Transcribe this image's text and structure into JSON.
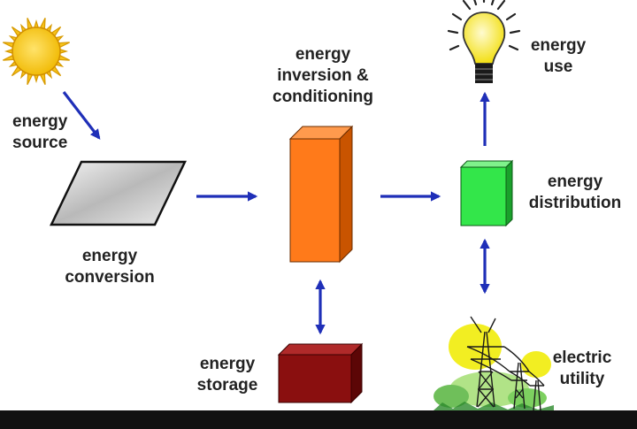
{
  "colors": {
    "arrow": "#1f2fb8",
    "inverter_front": "#ff7a1a",
    "inverter_top": "#ff9a4d",
    "inverter_side": "#c95400",
    "storage_front": "#8a0f0f",
    "storage_top": "#b02a2a",
    "storage_side": "#5c0606",
    "distribution_front": "#33e64a",
    "distribution_top": "#7ff28b",
    "distribution_side": "#1aa02b",
    "sun": "#f5c518",
    "bulb": "#f7ea2a"
  },
  "icons": {
    "source": "sun-icon",
    "conversion": "solar-panel-icon",
    "inversion": "inverter-box-icon",
    "storage": "battery-box-icon",
    "distribution": "distribution-box-icon",
    "use": "light-bulb-icon",
    "utility": "power-tower-icon"
  },
  "labels": {
    "energy_source": [
      "energy",
      "source"
    ],
    "energy_conversion": [
      "energy",
      "conversion"
    ],
    "energy_inversion": [
      "energy",
      "inversion &",
      "conditioning"
    ],
    "energy_storage": [
      "energy",
      "storage"
    ],
    "energy_distribution": [
      "energy",
      "distribution"
    ],
    "energy_use": [
      "energy",
      "use"
    ],
    "electric_utility": [
      "electric",
      "utility"
    ]
  }
}
